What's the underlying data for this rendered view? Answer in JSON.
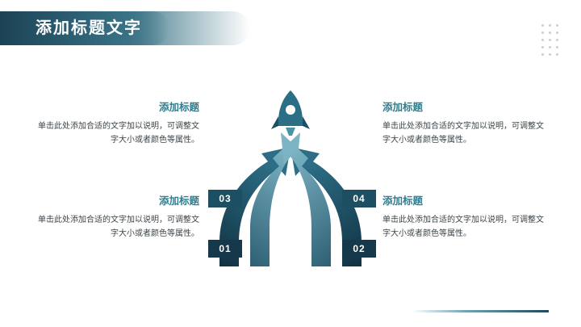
{
  "header": {
    "title": "添加标题文字"
  },
  "decoration": {
    "dot_count": 15,
    "dot_color": "#c8cfd3",
    "accent_dark": "#1d4b5e",
    "accent_mid": "#2f7d8e",
    "accent_light": "#6fa3b4"
  },
  "diagram": {
    "rocket_icon": "rocket-icon",
    "arrows": [
      {
        "id": "01",
        "label": "01",
        "color": "#15384a"
      },
      {
        "id": "02",
        "label": "02",
        "color": "#15384a"
      },
      {
        "id": "03",
        "label": "03",
        "color": "#1d4f63"
      },
      {
        "id": "04",
        "label": "04",
        "color": "#1d4f63"
      }
    ]
  },
  "blocks": {
    "b03": {
      "title": "添加标题",
      "text": "单击此处添加合适的文字加以说明，可调整文字大小或者颜色等属性。"
    },
    "b01": {
      "title": "添加标题",
      "text": "单击此处添加合适的文字加以说明，可调整文字大小或者颜色等属性。"
    },
    "b04": {
      "title": "添加标题",
      "text": "单击此处添加合适的文字加以说明，可调整文字大小或者颜色等属性。"
    },
    "b02": {
      "title": "添加标题",
      "text": "单击此处添加合适的文字加以说明，可调整文字大小或者颜色等属性。"
    }
  }
}
